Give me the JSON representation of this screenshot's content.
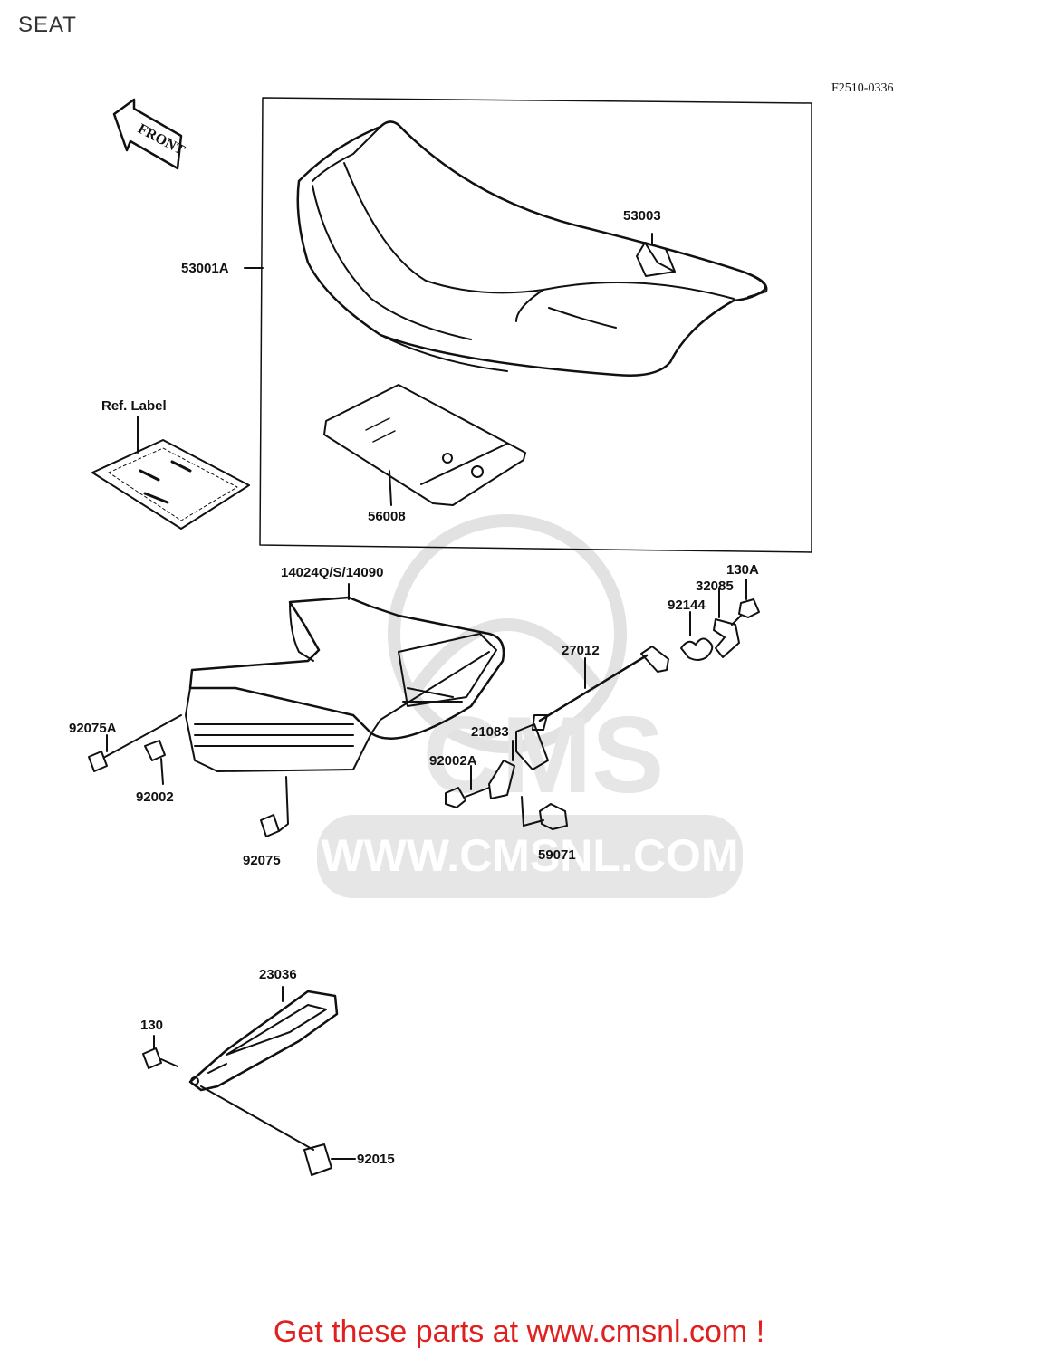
{
  "page": {
    "title": "SEAT",
    "figure_code": "F2510-0336"
  },
  "front_arrow": {
    "label": "FRONT"
  },
  "labels": {
    "p53001A": "53001A",
    "p53003": "53003",
    "ref_label": "Ref. Label",
    "p56008": "56008",
    "p14024": "14024Q/S/14090",
    "p130A": "130A",
    "p32085": "32085",
    "p92144": "92144",
    "p27012": "27012",
    "p92075A": "92075A",
    "p21083": "21083",
    "p92002A": "92002A",
    "p92002": "92002",
    "p92075": "92075",
    "p59071": "59071",
    "p23036": "23036",
    "p130": "130",
    "p92015": "92015"
  },
  "watermark": {
    "text": "WWW.CMSNL.COM",
    "logo": "CMS"
  },
  "footer": {
    "cta": "Get these parts at www.cmsnl.com !"
  },
  "colors": {
    "cta": "#e01f1f",
    "line": "#111111",
    "watermark": "#d9d9d9"
  }
}
